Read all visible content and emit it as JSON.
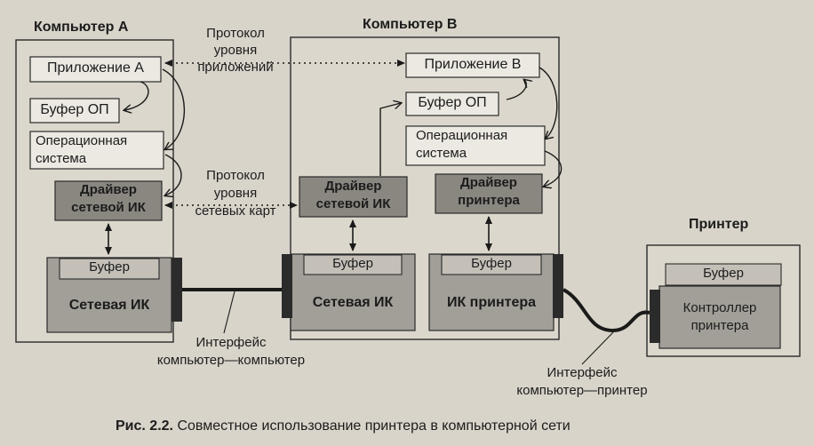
{
  "computer_a": {
    "title": "Компьютер А",
    "application": "Приложение А",
    "buffer_op": "Буфер ОП",
    "os_line1": "Операционная",
    "os_line2": "система",
    "driver_line1": "Драйвер",
    "driver_line2": "сетевой ИК",
    "nic_buffer": "Буфер",
    "nic": "Сетевая ИК"
  },
  "computer_b": {
    "title": "Компьютер В",
    "application": "Приложение В",
    "buffer_op": "Буфер ОП",
    "os_line1": "Операционная",
    "os_line2": "система",
    "net_driver_line1": "Драйвер",
    "net_driver_line2": "сетевой ИК",
    "printer_driver_line1": "Драйвер",
    "printer_driver_line2": "принтера",
    "nic_buffer": "Буфер",
    "nic": "Сетевая ИК",
    "printer_ic_buffer": "Буфер",
    "printer_ic": "ИК принтера"
  },
  "printer": {
    "title": "Принтер",
    "buffer": "Буфер",
    "controller_line1": "Контроллер",
    "controller_line2": "принтера"
  },
  "protocols": {
    "app_line1": "Протокол",
    "app_line2": "уровня",
    "app_line3": "приложений",
    "net_line1": "Протокол",
    "net_line2": "уровня",
    "net_line3": "сетевых карт"
  },
  "interfaces": {
    "cc_line1": "Интерфейс",
    "cc_line2": "компьютер—компьютер",
    "cp_line1": "Интерфейс",
    "cp_line2": "компьютер—принтер"
  },
  "caption": {
    "label": "Рис. 2.2.",
    "text": "Совместное использование принтера в компьютерной сети"
  }
}
